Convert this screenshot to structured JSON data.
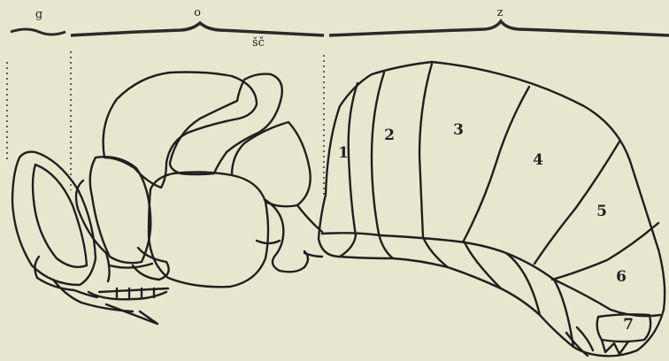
{
  "header": {
    "g": "g",
    "o": "o",
    "z": "z",
    "sc": "šč"
  },
  "segments": [
    "1",
    "2",
    "3",
    "4",
    "5",
    "6",
    "7"
  ]
}
